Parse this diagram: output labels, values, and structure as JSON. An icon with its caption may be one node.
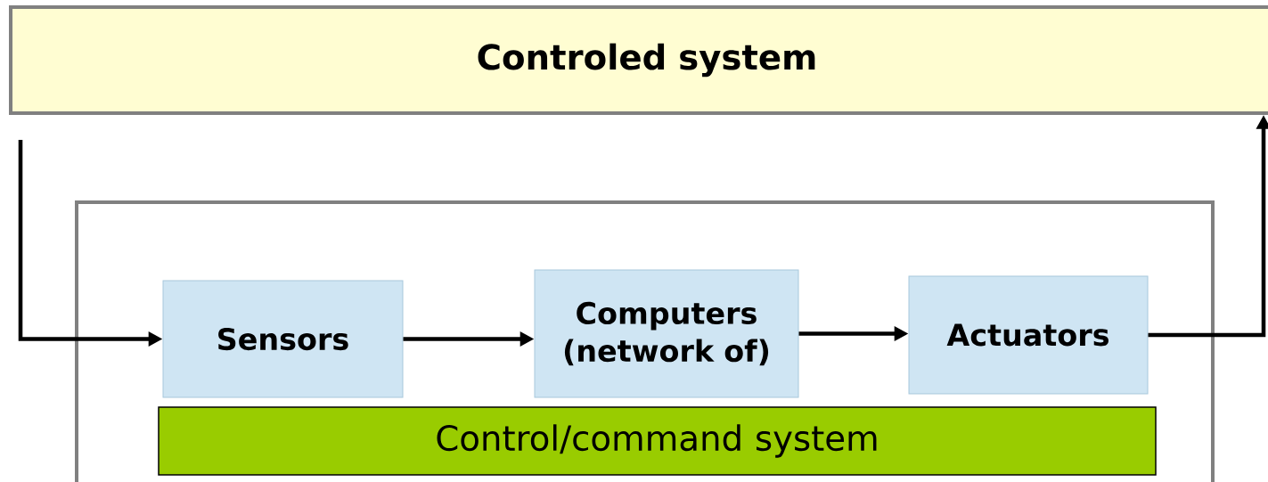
{
  "diagram": {
    "nodes": [
      {
        "text": [
          "Controled system"
        ]
      },
      {
        "text": [],
        "shape": "box"
      },
      {
        "text": [
          "Sensors"
        ],
        "in": 1
      },
      {
        "text": [
          "Computers (network of)"
        ],
        "in": 1
      },
      {
        "text": [
          "Actuators"
        ],
        "in": 1
      },
      {
        "text": [
          "Control/command system"
        ],
        "in": 1
      }
    ],
    "edges": [
      {
        "from": 0,
        "to": 2,
        "arrow": "to"
      },
      {
        "from": 2,
        "to": 3,
        "arrow": "to"
      },
      {
        "from": 3,
        "to": 4,
        "arrow": "to"
      },
      {
        "from": 4,
        "to": 0,
        "arrow": "to"
      }
    ]
  }
}
